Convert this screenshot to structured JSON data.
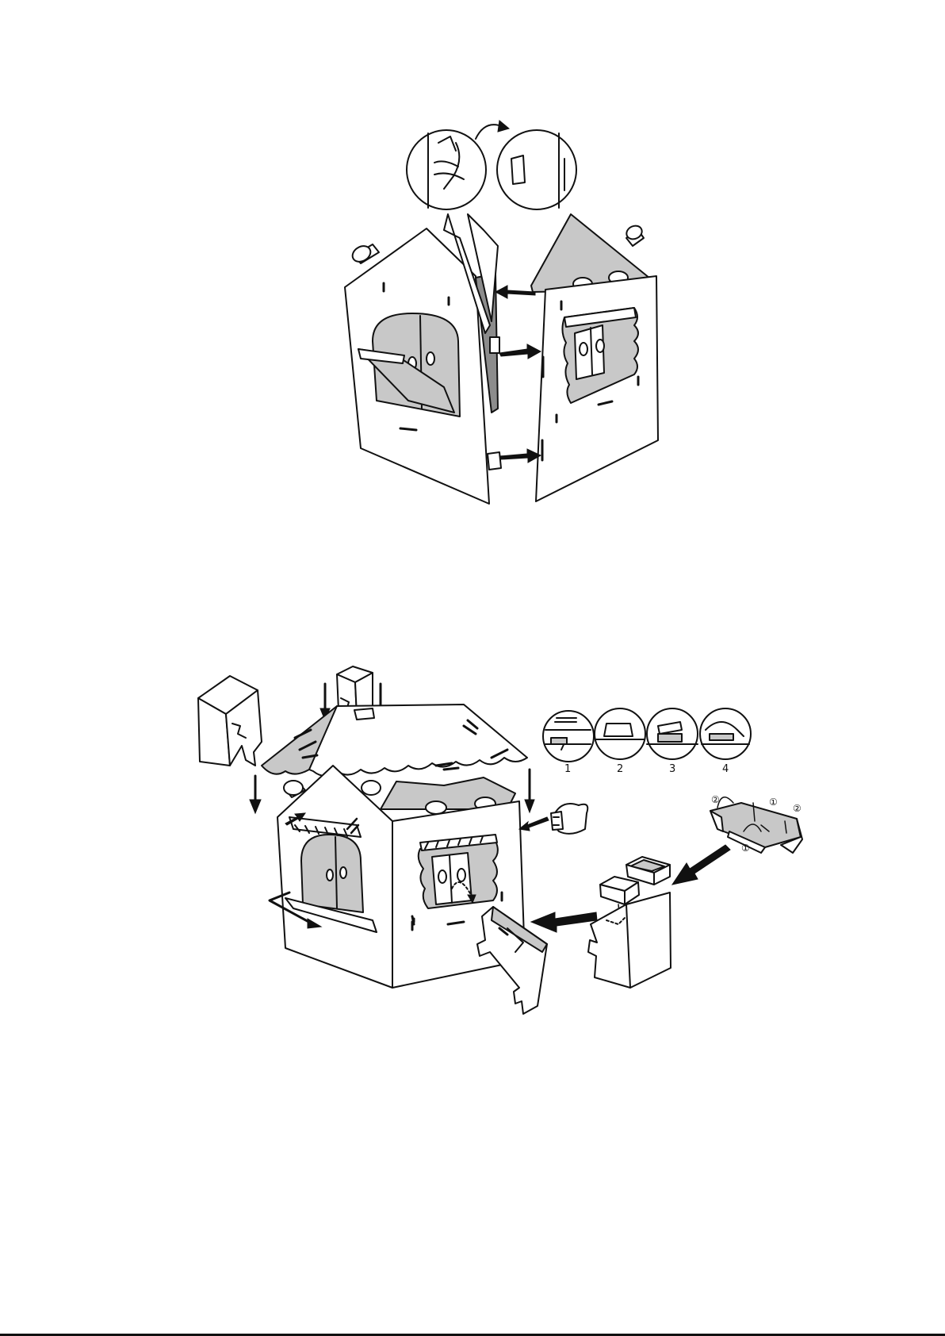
{
  "figure1": {
    "detail_steps": [
      "insert-tab",
      "tab-locked"
    ]
  },
  "figure2": {
    "step_labels": [
      "1",
      "2",
      "3",
      "4"
    ],
    "fold_marks": [
      "②",
      "①",
      "②",
      "①"
    ]
  },
  "colors": {
    "line": "#111111",
    "panel_fill": "#ffffff",
    "shade_fill": "#c8c8c8",
    "dark_fill": "#8c8c8c"
  }
}
